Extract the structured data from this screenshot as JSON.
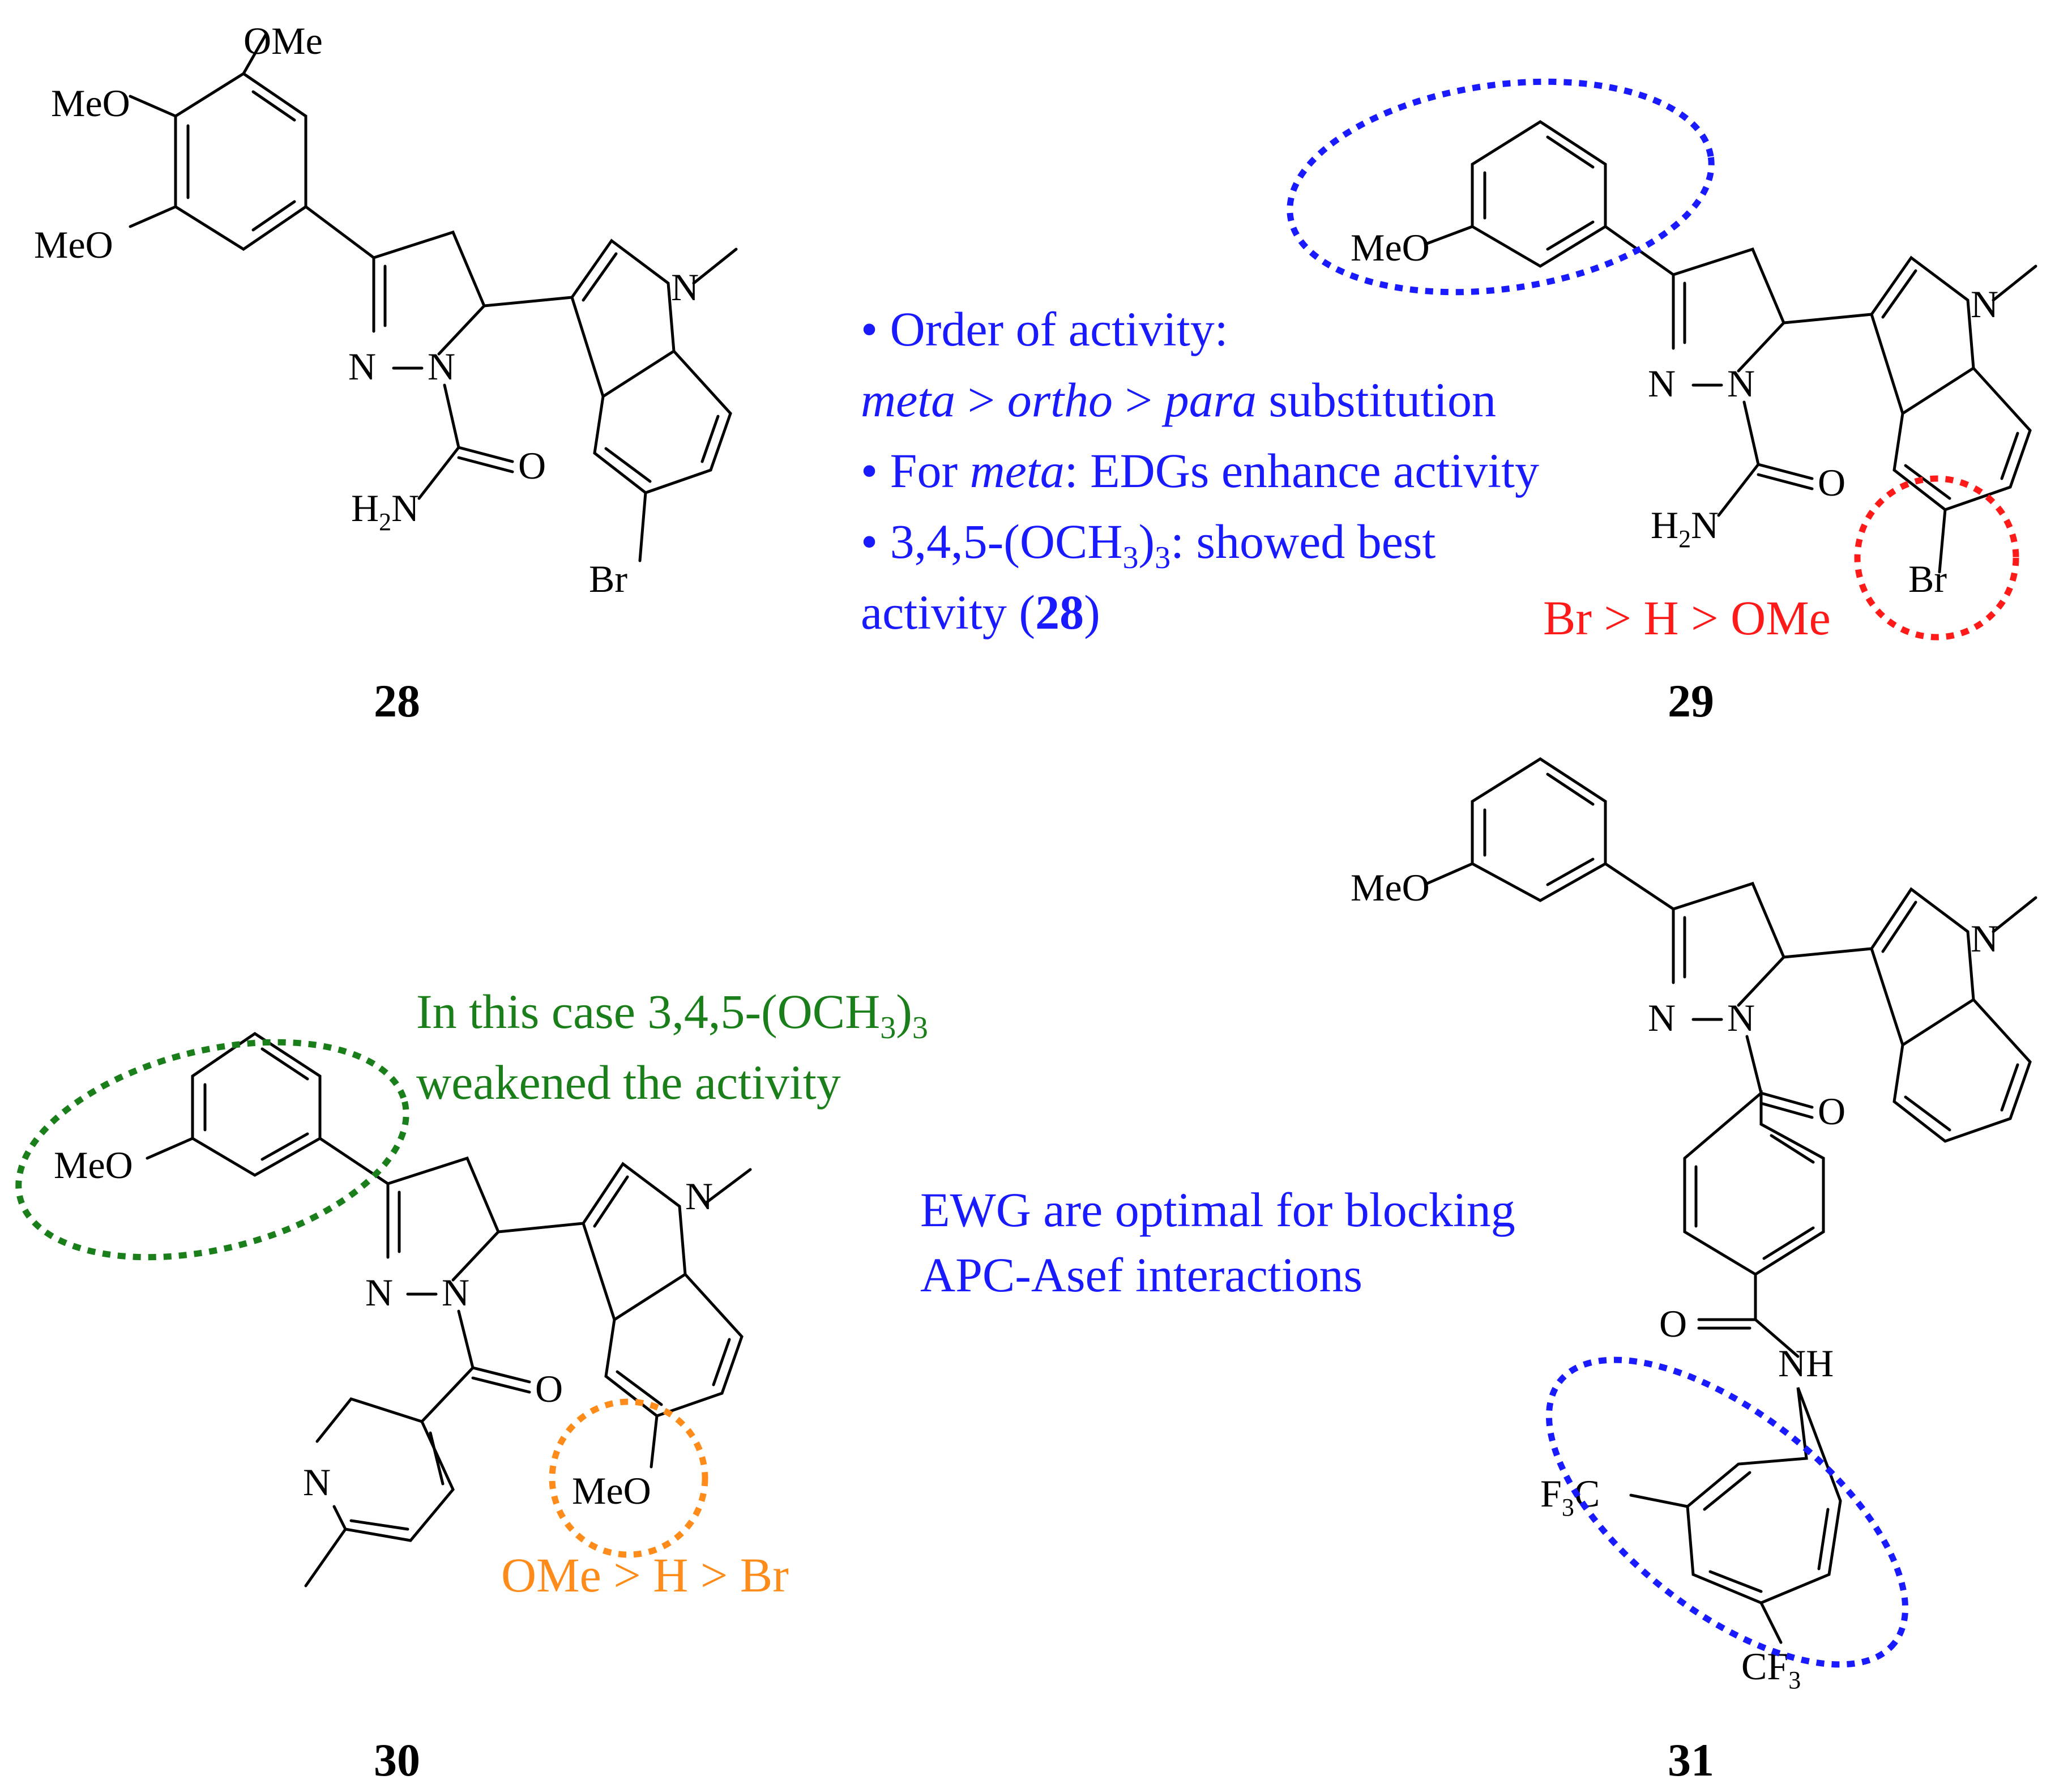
{
  "colors": {
    "blue": "#1a1aff",
    "red": "#ff1a1a",
    "green": "#1a7f1a",
    "orange": "#ff8c1a",
    "black": "#000000"
  },
  "atoms": {
    "ome": "OMe",
    "meo": "MeO",
    "n": "N",
    "o": "O",
    "h2n_h": "H",
    "h2n_sub": "2",
    "h2n_n": "N",
    "br": "Br",
    "nh": "NH",
    "f3c_pre": "F",
    "f3c_sub": "3",
    "f3c_post": "C",
    "cf3_pre": "CF",
    "cf3_sub": "3"
  },
  "compounds": {
    "c28": "28",
    "c29": "29",
    "c30": "30",
    "c31": "31"
  },
  "notes": {
    "sar_blue": {
      "line1": "• Order of activity:",
      "line2_meta": "meta",
      "line2_gt1": " > ",
      "line2_ortho": "ortho",
      "line2_gt2": " > ",
      "line2_para": "para",
      "line2_rest": " substitution",
      "line3_pre": "• For ",
      "line3_meta": "meta",
      "line3_rest": ": EDGs enhance activity",
      "line4_pre": "• 3,4,5-(OCH",
      "line4_sub1": "3",
      "line4_mid": ")",
      "line4_sub2": "3",
      "line4_rest": ": showed best",
      "line5_pre": "activity (",
      "line5_bold": "28",
      "line5_post": ")"
    },
    "red_order": "Br > H > OMe",
    "green": {
      "line1_pre": "In this case 3,4,5-(OCH",
      "line1_sub1": "3",
      "line1_mid": ")",
      "line1_sub2": "3",
      "line2": "weakened the activity"
    },
    "orange_order": "OMe > H > Br",
    "ewg": {
      "line1": "EWG are optimal for blocking",
      "line2": "APC-Asef interactions"
    }
  }
}
